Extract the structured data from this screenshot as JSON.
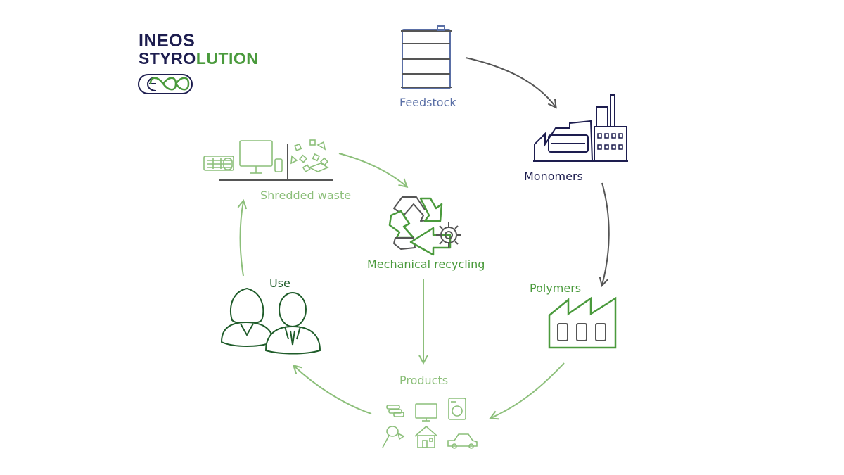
{
  "brand": {
    "line1": "INEOS",
    "line2a": "STYRO",
    "line2b": "LUTION",
    "eco": "eco",
    "colors": {
      "navy": "#1d1d4f",
      "green": "#4a9a3c"
    }
  },
  "nodes": {
    "feedstock": {
      "label": "Feedstock",
      "color": "#5a6fa6",
      "icon": "oil-barrel-icon"
    },
    "monomers": {
      "label": "Monomers",
      "color": "#1d1d4f",
      "icon": "chemical-plant-icon"
    },
    "polymers": {
      "label": "Polymers",
      "color": "#4a9a3c",
      "icon": "factory-icon"
    },
    "products": {
      "label": "Products",
      "color": "#8cbf7a",
      "icon": "product-icons"
    },
    "use": {
      "label": "Use",
      "color": "#1f5c2a",
      "icon": "people-icon"
    },
    "shredded_waste": {
      "label": "Shredded waste",
      "color": "#8cbf7a",
      "icon": "electronics-waste-icon"
    },
    "mechanical_recycling": {
      "label": "Mechanical recycling",
      "color": "#4a9a3c",
      "icon": "recycle-gear-icon"
    }
  },
  "arrow_colors": {
    "dark": "#555555",
    "light": "#8cbf7a"
  }
}
